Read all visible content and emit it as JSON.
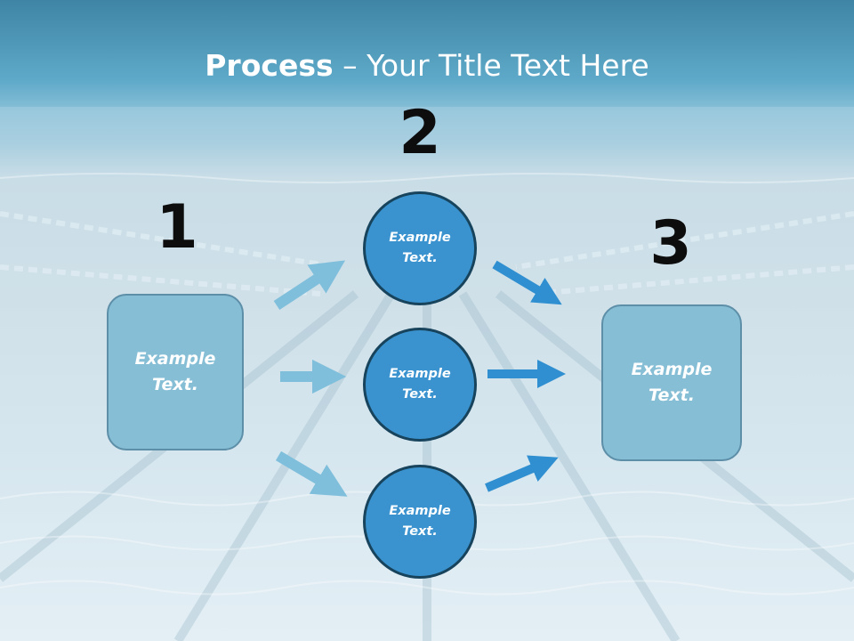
{
  "title": {
    "bold": "Process",
    "rest": " – Your Title Text Here"
  },
  "steps": [
    {
      "number": "1",
      "text": "Example\nText."
    },
    {
      "number": "2",
      "circles": [
        "Example\nText.",
        "Example\nText.",
        "Example\nText."
      ]
    },
    {
      "number": "3",
      "text": "Example\nText."
    }
  ],
  "colors": {
    "box_fill": "#86bed6",
    "circle_fill": "#3a93cf",
    "circle_border": "#17435c",
    "arrow_light": "#7fbfdc",
    "arrow_dark": "#2f8fd0"
  }
}
